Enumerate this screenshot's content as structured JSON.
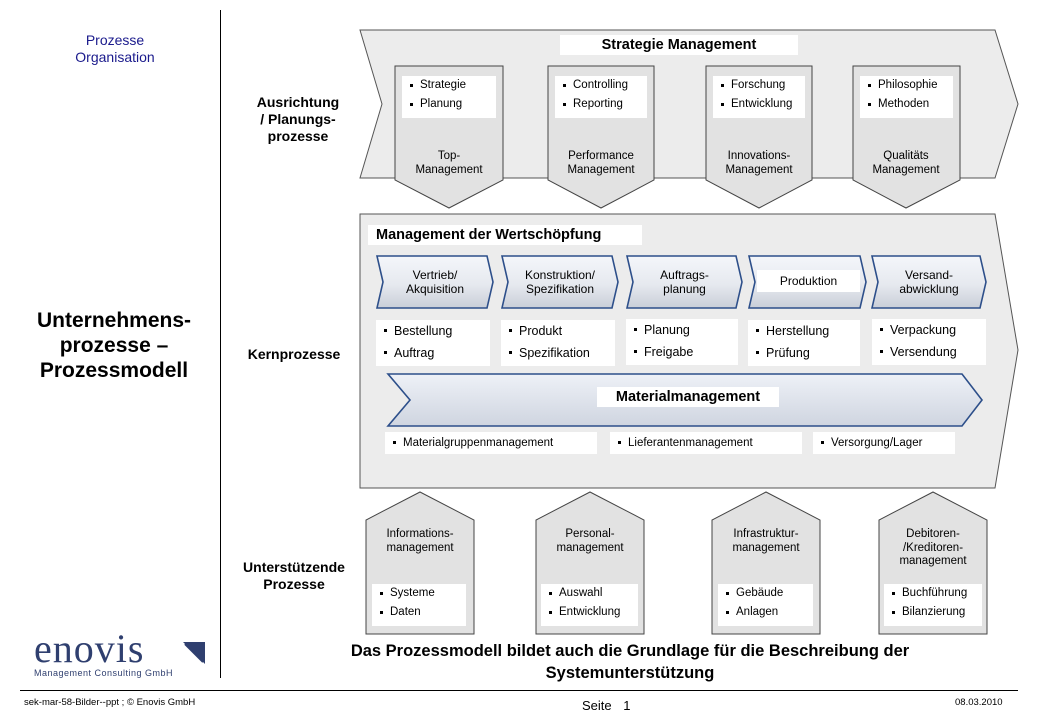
{
  "header": {
    "line1": "Prozesse",
    "line2": "Organisation"
  },
  "main_title": {
    "line1": "Unternehmens-",
    "line2": "prozesse –",
    "line3": "Prozessmodell"
  },
  "sections": {
    "ausrichtung": {
      "line1": "Ausrichtung",
      "line2": "/ Planungs-",
      "line3": "prozesse"
    },
    "kern": {
      "label": "Kernprozesse"
    },
    "unterstuetzend": {
      "line1": "Unterstützende",
      "line2": "Prozesse"
    }
  },
  "strategie": {
    "title": "Strategie Management",
    "columns": [
      {
        "items": [
          "Strategie",
          "Planung"
        ],
        "label1": "Top-",
        "label2": "Management"
      },
      {
        "items": [
          "Controlling",
          "Reporting"
        ],
        "label1": "Performance",
        "label2": "Management"
      },
      {
        "items": [
          "Forschung",
          "Entwicklung"
        ],
        "label1": "Innovations-",
        "label2": "Management"
      },
      {
        "items": [
          "Philosophie",
          "Methoden"
        ],
        "label1": "Qualitäts",
        "label2": "Management"
      }
    ]
  },
  "wertschoepfung": {
    "title": "Management der Wertschöpfung",
    "steps": [
      {
        "line1": "Vertrieb/",
        "line2": "Akquisition",
        "items": [
          "Bestellung",
          "Auftrag"
        ]
      },
      {
        "line1": "Konstruktion/",
        "line2": "Spezifikation",
        "items": [
          "Produkt",
          "Spezifikation"
        ]
      },
      {
        "line1": "Auftrags-",
        "line2": "planung",
        "items": [
          "Planung",
          "Freigabe"
        ]
      },
      {
        "line1": "Produktion",
        "line2": "",
        "items": [
          "Herstellung",
          "Prüfung"
        ]
      },
      {
        "line1": "Versand-",
        "line2": "abwicklung",
        "items": [
          "Verpackung",
          "Versendung"
        ]
      }
    ],
    "material": {
      "title": "Materialmanagement",
      "items": [
        "Materialgruppenmanagement",
        "Lieferantenmanagement",
        "Versorgung/Lager"
      ]
    }
  },
  "support": [
    {
      "line1": "Informations-",
      "line2": "management",
      "line3": "",
      "items": [
        "Systeme",
        "Daten"
      ]
    },
    {
      "line1": "Personal-",
      "line2": "management",
      "line3": "",
      "items": [
        "Auswahl",
        "Entwicklung"
      ]
    },
    {
      "line1": "Infrastruktur-",
      "line2": "management",
      "line3": "",
      "items": [
        "Gebäude",
        "Anlagen"
      ]
    },
    {
      "line1": "Debitoren-",
      "line2": "/Kreditoren-",
      "line3": "management",
      "items": [
        "Buchführung",
        "Bilanzierung"
      ]
    }
  ],
  "conclusion": {
    "line1": "Das Prozessmodell bildet auch die Grundlage für die Beschreibung der",
    "line2": "Systemunterstützung"
  },
  "logo": {
    "name": "enovis",
    "subtitle": "Management Consulting GmbH"
  },
  "footer": {
    "left": "sek-mar-58-Bilder--ppt ; © Enovis GmbH",
    "page_label": "Seite",
    "page_number": "1",
    "date": "08.03.2010"
  },
  "colors": {
    "band_fill": "#ececec",
    "navy": "#1a1a8c",
    "logo": "#2f3f6f",
    "chevron_blue": "#2d4f8a"
  }
}
